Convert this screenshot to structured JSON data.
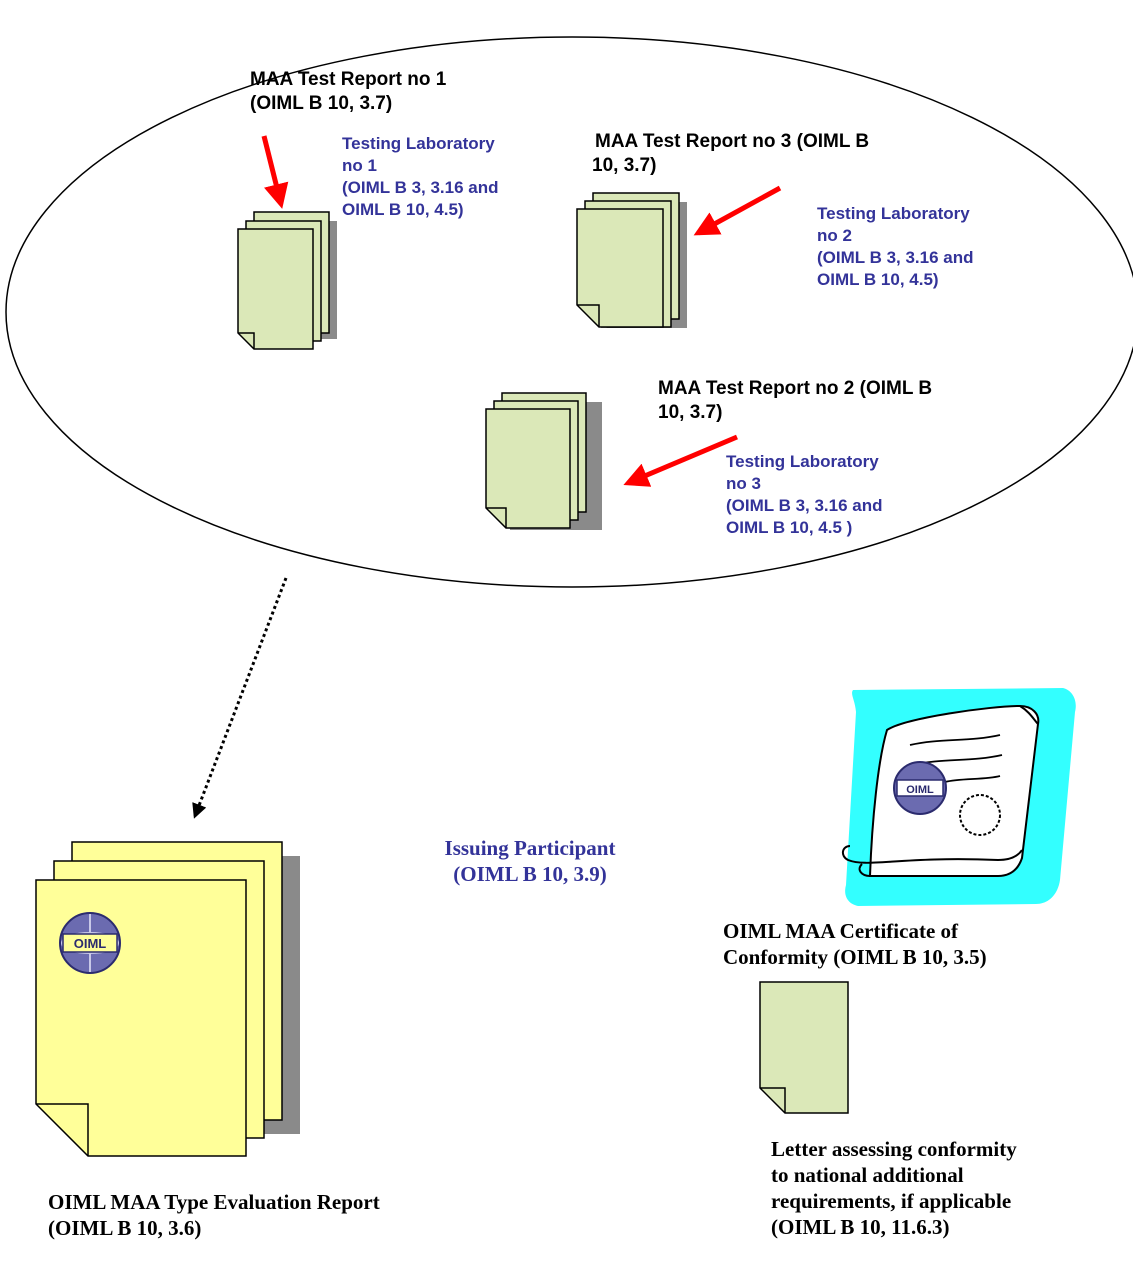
{
  "colors": {
    "doc_green": "#dbe8b8",
    "doc_yellow": "#ffff99",
    "arrow_red": "#ff0000",
    "lab_blue": "#333399",
    "certificate_cyan": "#33ffff",
    "shadow": "#8a8a8a"
  },
  "ellipse": {
    "report1": {
      "lines": [
        "MAA Test Report no 1",
        "(OIML B 10, 3.7)"
      ]
    },
    "lab1": {
      "lines": [
        "Testing Laboratory",
        "no 1",
        "(OIML B 3, 3.16 and",
        "OIML B 10, 4.5)"
      ]
    },
    "report3": {
      "lines": [
        "MAA Test Report no 3 (OIML B",
        "10, 3.7)"
      ]
    },
    "lab2": {
      "lines": [
        "Testing Laboratory",
        "no 2",
        "(OIML B 3, 3.16 and",
        "OIML B 10, 4.5)"
      ]
    },
    "report2": {
      "lines": [
        "MAA Test Report no 2 (OIML B",
        "10, 3.7)"
      ]
    },
    "lab3": {
      "lines": [
        "Testing Laboratory",
        "no 3",
        "(OIML B 3, 3.16 and",
        "OIML B 10, 4.5 )"
      ]
    }
  },
  "issuing_participant": {
    "lines": [
      "Issuing Participant",
      "(OIML B 10, 3.9)"
    ]
  },
  "certificate": {
    "logo_text": "OIML",
    "caption_lines": [
      "OIML MAA Certificate of",
      "Conformity (OIML B 10, 3.5)"
    ]
  },
  "letter": {
    "lines": [
      "Letter assessing conformity",
      "to national additional",
      "requirements, if applicable",
      "(OIML B 10, 11.6.3)"
    ]
  },
  "type_report": {
    "logo_text": "OIML",
    "caption_lines": [
      "OIML MAA Type Evaluation Report",
      "(OIML B 10, 3.6)"
    ]
  }
}
